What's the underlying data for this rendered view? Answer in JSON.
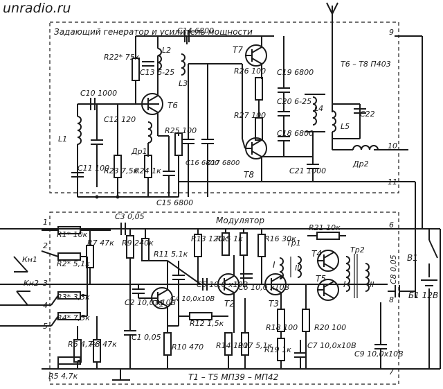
{
  "watermark": "unradio.ru",
  "blocks": {
    "generator_title": "Задающий генератор и усилитель мощности",
    "modulator_title": "Модулятор",
    "footer_transistors": "T1 – T5  МП39 – МП42",
    "top_transistors": "T6 – T8  П403"
  },
  "transistors": [
    "T1",
    "T2",
    "T3",
    "T4",
    "T5",
    "T6",
    "T7",
    "T8"
  ],
  "components": {
    "R1": "R1* 10к",
    "R2": "R2* 5,1к",
    "R3": "R3* 3,3к",
    "R4": "R4* 7,5к",
    "R5": "R5 4,7к",
    "R6": "R6 4,7к",
    "R7": "R7 47к",
    "R8": "R8 47к",
    "R9": "R9 240к",
    "R10": "R10 470",
    "R11": "R11 5,1к",
    "R12": "R12 1,5к",
    "R13": "R13 120к",
    "R14": "R14 100",
    "R15": "R15 1к",
    "R16": "R16 30к",
    "R17": "R17 5,1к",
    "R18": "R18 100",
    "R19": "R19 1к",
    "R20": "R20 100",
    "R21": "R21 10к",
    "R22": "R22* 75к",
    "R23": "R23 7,5к",
    "R24": "R24 1к",
    "R25": "R25 100",
    "R26": "R26 100",
    "R27": "R27 100",
    "C1": "C1 0,05",
    "C2": "C2 10,0 x10В",
    "C3": "C3 0,05",
    "C4": "C4 10,0x10В",
    "C5": "C5 10,0 x10В",
    "C6": "C6 10,0 x10В",
    "C7": "C7 10,0x10В",
    "C8": "C8 0,05",
    "C9": "C9 10,0x10В",
    "C10": "C10 1000",
    "C11": "C11 100",
    "C12": "C12 120",
    "C13": "C13 6-25",
    "C14": "C14 6800",
    "C15": "C15 6800",
    "C16": "C16 6800",
    "C17": "C17 6800",
    "C18": "C18 6800",
    "C19": "C19 6800",
    "C20": "C20 6-25",
    "C21": "C21 1000",
    "C22": "C22",
    "L1": "L1",
    "L2": "L2",
    "L3": "L3",
    "L4": "L4",
    "L5": "L5",
    "Dr1": "Др1",
    "Dr2": "Др2",
    "Tr1": "Тр1",
    "Tr2": "Тр2",
    "Kn1": "Кн1",
    "Kn2": "Кн2",
    "B1": "В1",
    "Bat": "Б1 12В"
  },
  "winding_marks": [
    "I",
    "II",
    "II",
    "I"
  ],
  "nodes": [
    "1",
    "2",
    "3",
    "4",
    "5",
    "6",
    "7",
    "8",
    "9",
    "10",
    "11"
  ]
}
